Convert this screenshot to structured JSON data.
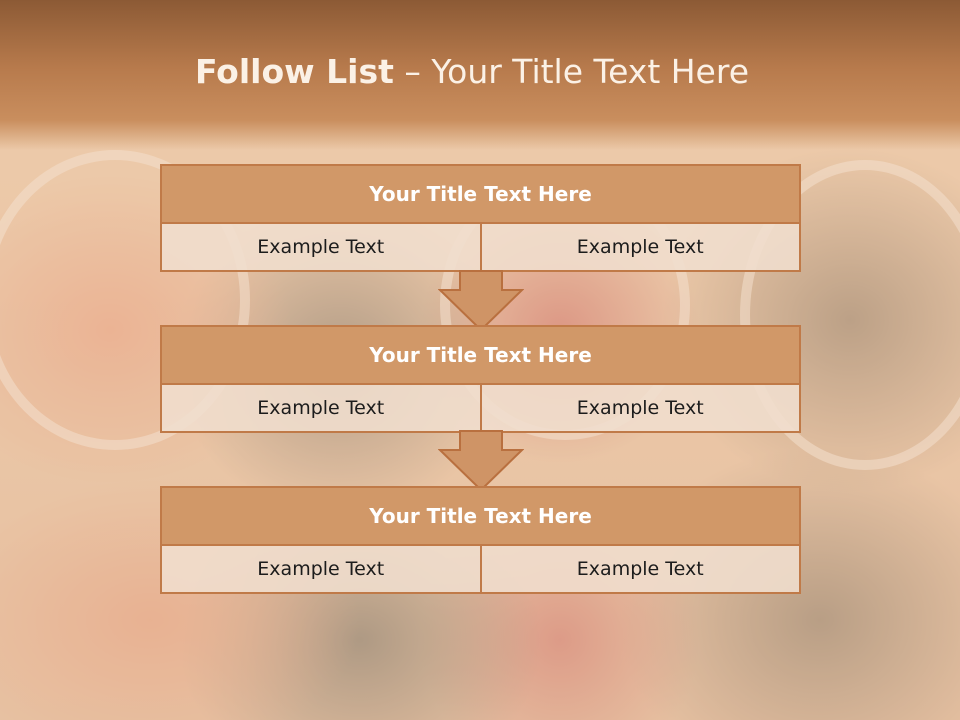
{
  "slide": {
    "title_bold": "Follow List",
    "title_rest": "– Your Title Text Here"
  },
  "blocks": [
    {
      "title": "Your Title Text Here",
      "left": "Example Text",
      "right": "Example Text"
    },
    {
      "title": "Your Title Text Here",
      "left": "Example Text",
      "right": "Example Text"
    },
    {
      "title": "Your Title Text Here",
      "left": "Example Text",
      "right": "Example Text"
    }
  ],
  "colors": {
    "header_brown": "#8c5a35",
    "block_title_fill": "#d19868",
    "block_border": "#c07a48",
    "cell_fill": "#f0dece"
  },
  "icons": [
    "down-arrow-icon",
    "down-arrow-icon"
  ]
}
